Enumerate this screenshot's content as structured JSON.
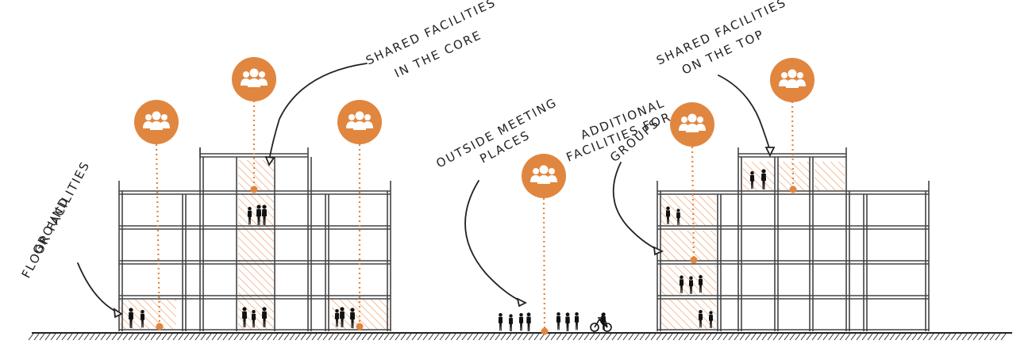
{
  "labels": {
    "shared_core_1": "SHARED FACILITIES",
    "shared_core_2": "IN THE CORE",
    "ground_1": "GROUND",
    "ground_2": "FLOOR FACILITIES",
    "outside_1": "OUTSIDE MEETING",
    "outside_2": "PLACES",
    "additional_1": "ADDITIONAL",
    "additional_2": "FACILITIES FOR",
    "additional_3": "GROUPS",
    "shared_top_1": "SHARED FACILITIES",
    "shared_top_2": "ON THE TOP"
  },
  "colors": {
    "accent": "#e1863f",
    "ink": "#222222",
    "hatch": "#ef9a63"
  },
  "icons": {
    "group": "group-people-icon",
    "person": "person-silhouette-icon",
    "bicycle": "bicycle-icon"
  }
}
